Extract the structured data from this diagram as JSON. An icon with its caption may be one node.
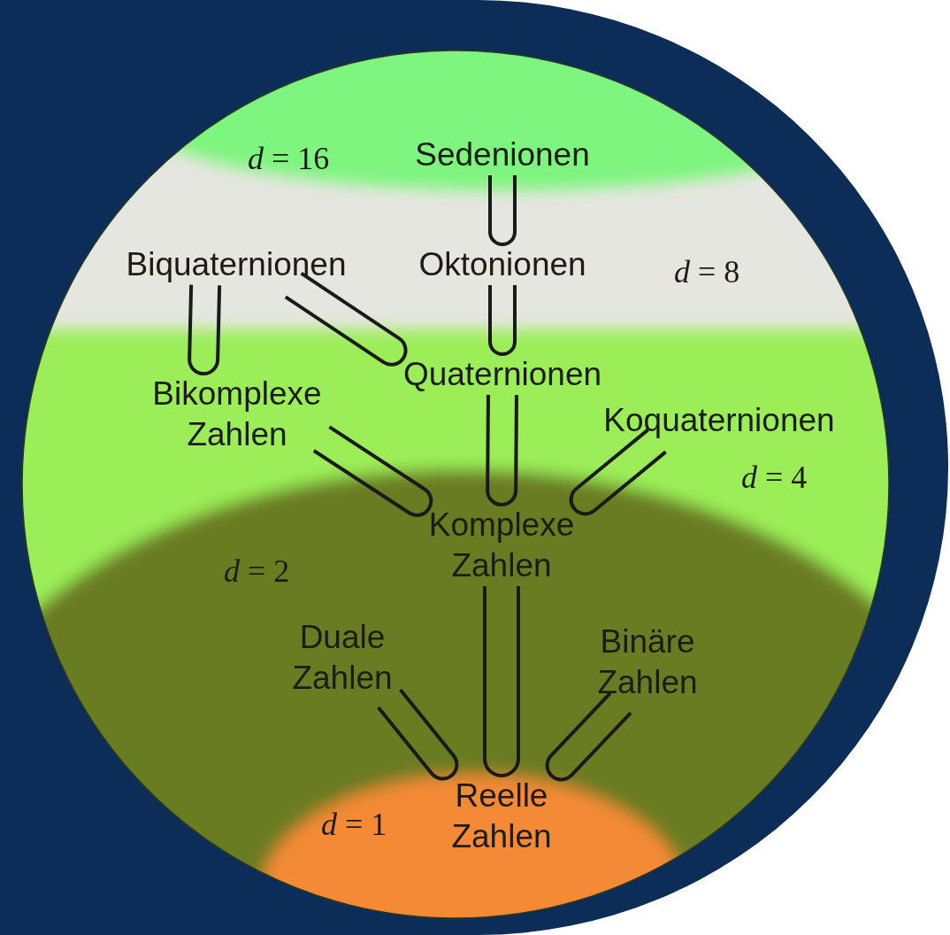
{
  "diagram": {
    "nodes": [
      {
        "text": [
          "Sedenionen"
        ]
      },
      {
        "text": [
          "Biquaternionen"
        ]
      },
      {
        "text": [
          "Oktonionen"
        ]
      },
      {
        "text": [
          "Bikomplexe Zahlen"
        ]
      },
      {
        "text": [
          "Quaternionen"
        ]
      },
      {
        "text": [
          "Koquaternionen"
        ]
      },
      {
        "text": [
          "Komplexe Zahlen"
        ]
      },
      {
        "text": [
          "Duale Zahlen"
        ]
      },
      {
        "text": [
          "Binäre Zahlen"
        ]
      },
      {
        "text": [
          "Reelle Zahlen"
        ]
      }
    ],
    "edges": [
      {
        "from": 2,
        "to": 0,
        "arrow": "none"
      },
      {
        "from": 4,
        "to": 2,
        "arrow": "none"
      },
      {
        "from": 3,
        "to": 1,
        "arrow": "none"
      },
      {
        "from": 4,
        "to": 1,
        "arrow": "none"
      },
      {
        "from": 6,
        "to": 4,
        "arrow": "none"
      },
      {
        "from": 6,
        "to": 3,
        "arrow": "none"
      },
      {
        "from": 6,
        "to": 5,
        "arrow": "none"
      },
      {
        "from": 9,
        "to": 6,
        "arrow": "none"
      },
      {
        "from": 9,
        "to": 7,
        "arrow": "none"
      },
      {
        "from": 9,
        "to": 8,
        "arrow": "none"
      }
    ],
    "labels": [
      "*d* = 16",
      "*d* = 8",
      "*d* = 4",
      "*d* = 2",
      "*d* = 1"
    ]
  }
}
